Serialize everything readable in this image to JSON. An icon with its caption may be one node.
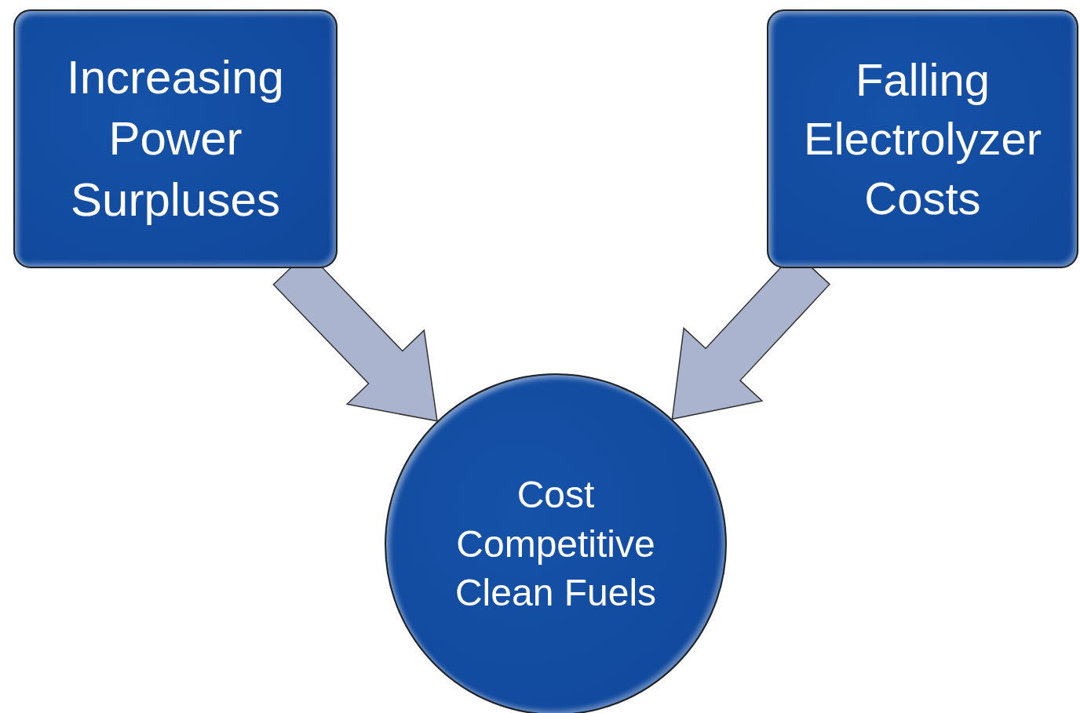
{
  "diagram": {
    "nodes": [
      {
        "text": [
          "Increasing Power Surpluses"
        ]
      },
      {
        "text": [
          "Falling Electrolyzer Costs"
        ]
      },
      {
        "text": [
          "Cost Competitive Clean Fuels"
        ]
      }
    ],
    "edges": [
      {
        "from": 0,
        "to": 2,
        "arrow": "to"
      },
      {
        "from": 1,
        "to": 2,
        "arrow": "to"
      }
    ]
  }
}
